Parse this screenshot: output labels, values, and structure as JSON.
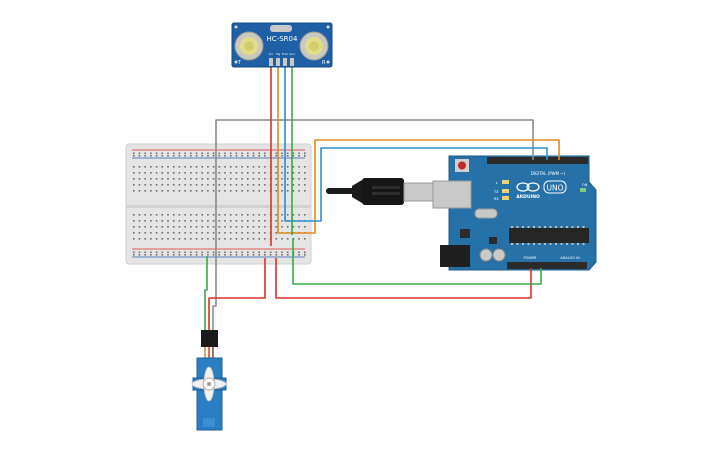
{
  "sensor": {
    "model": "HC-SR04",
    "left_mark": "T",
    "right_mark": "R",
    "pins": [
      "Vcc",
      "Trig",
      "Echo",
      "Gnd"
    ]
  },
  "arduino": {
    "brand": "ARDUINO",
    "model": "UNO",
    "digital_label": "DIGITAL (PWM ~)",
    "power_label": "POWER",
    "analog_label": "ANALOG IN",
    "led_tx": "TX",
    "led_rx": "RX",
    "led_l": "L",
    "led_on": "ON"
  },
  "colors": {
    "wire_red": "#d9322a",
    "wire_orange": "#e08a1e",
    "wire_green": "#3aa845",
    "wire_blue": "#2a8fd0",
    "wire_gray": "#8c8c8c",
    "wire_brown": "#7a4a2a",
    "board_blue": "#2672a8",
    "sensor_blue": "#1f5fa6",
    "servo_blue": "#2a7ec2"
  }
}
